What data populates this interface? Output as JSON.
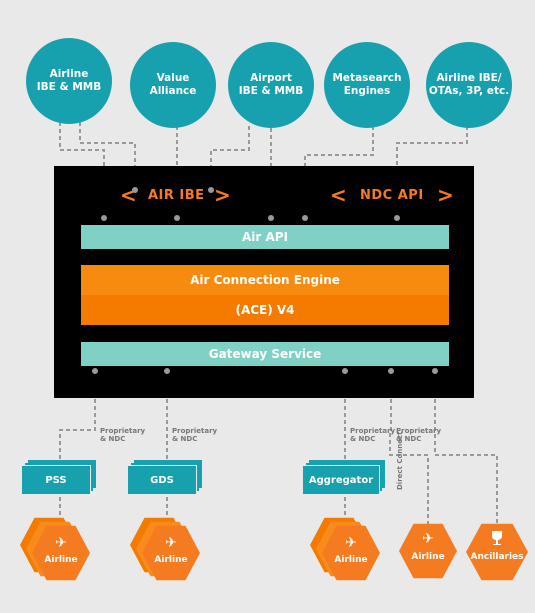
{
  "channels": [
    {
      "label": "Airline\nIBE & MMB"
    },
    {
      "label": "Value\nAlliance"
    },
    {
      "label": "Airport\nIBE & MMB"
    },
    {
      "label": "Metasearch\nEngines"
    },
    {
      "label": "Airline IBE/\nOTAs, 3P, etc."
    }
  ],
  "apis": {
    "air_ibe": "AIR IBE",
    "ndc_api": "NDC API",
    "chevron_left": "<",
    "chevron_right": ">"
  },
  "layers": {
    "air_api": "Air API",
    "engine_line1": "Air Connection Engine",
    "engine_line2": "(ACE) V4",
    "gateway": "Gateway Service"
  },
  "connections": {
    "proprietary_ndc": "Proprietary\n& NDC",
    "direct_connect": "Direct Connect"
  },
  "systems": {
    "pss": "PSS",
    "gds": "GDS",
    "aggregator": "Aggregator"
  },
  "suppliers": {
    "airline": "Airline",
    "ancillaries": "Ancillaries"
  },
  "colors": {
    "teal": "#17a0ad",
    "light_teal": "#7fd0c5",
    "orange": "#f47b20",
    "panel": "#000000"
  },
  "icons": [
    "plane-icon",
    "wine-glass-icon"
  ]
}
